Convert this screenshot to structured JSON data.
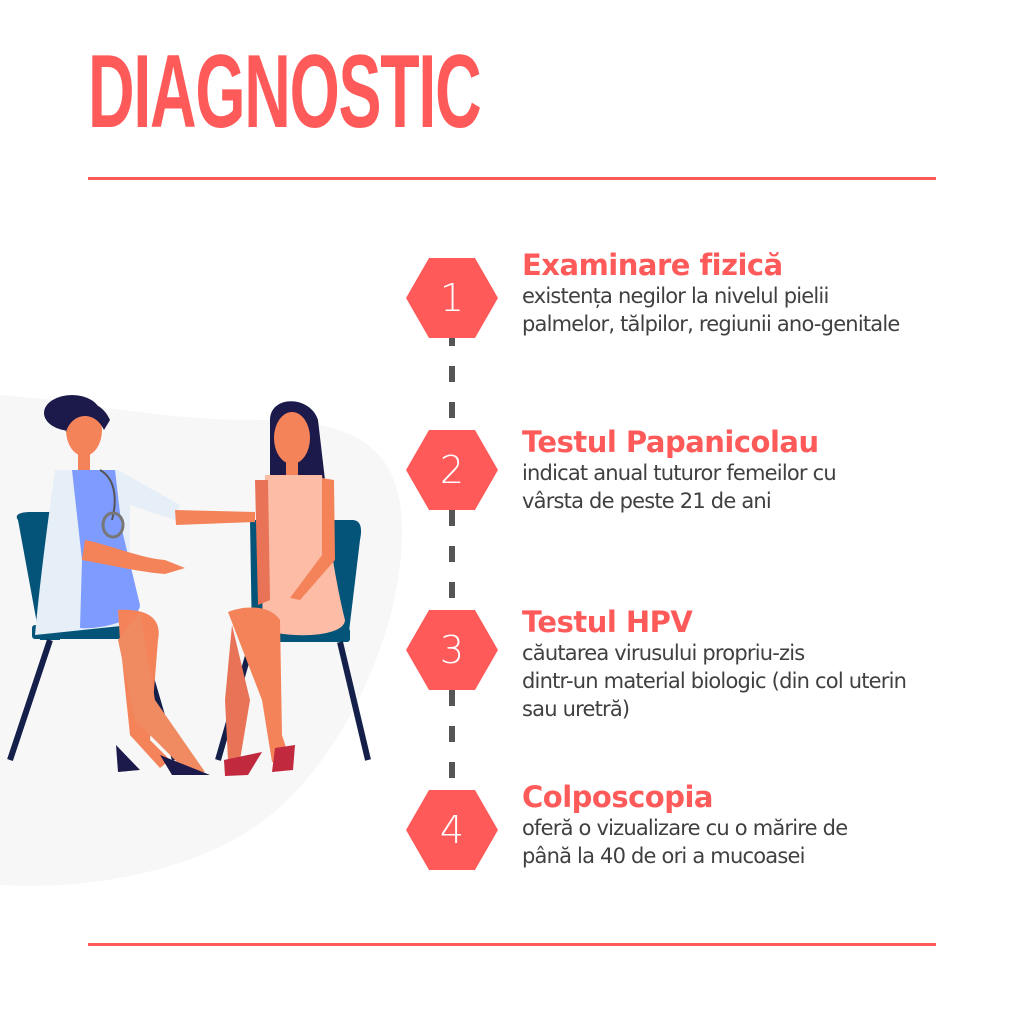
{
  "header": {
    "title": "DIAGNOSTIC"
  },
  "colors": {
    "accent": "#FF5A5A",
    "text": "#404040",
    "timeline": "#555555",
    "background": "#FFFFFF",
    "blob": "#F7F7F8"
  },
  "illustration": {
    "description": "doctor and patient seated on chairs",
    "icon": "doctor-patient-illustration"
  },
  "steps": [
    {
      "number": "1",
      "title": "Examinare fizică",
      "lines": [
        "existența negilor la nivelul pielii",
        "palmelor, tălpilor, regiunii ano-genitale"
      ]
    },
    {
      "number": "2",
      "title": "Testul Papanicolau",
      "lines": [
        "indicat anual tuturor femeilor cu",
        "vârsta de peste 21 de ani"
      ]
    },
    {
      "number": "3",
      "title": "Testul HPV",
      "lines": [
        "căutarea virusului propriu-zis",
        "dintr-un material biologic (din col uterin",
        "sau uretră)"
      ]
    },
    {
      "number": "4",
      "title": "Colposcopia",
      "lines": [
        "oferă o vizualizare cu o mărire de",
        "până la 40 de ori a mucoasei"
      ]
    }
  ]
}
